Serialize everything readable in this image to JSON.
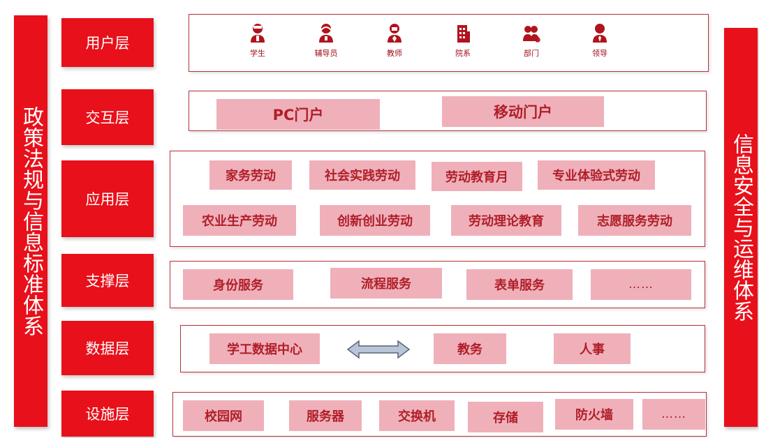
{
  "left_bar": {
    "label": "政策法规与信息标准体系"
  },
  "right_bar": {
    "label": "信息安全与运维体系"
  },
  "layers": {
    "user": {
      "label": "用户层",
      "items": [
        {
          "label": "学生",
          "icon": "student-icon"
        },
        {
          "label": "辅导员",
          "icon": "counselor-icon"
        },
        {
          "label": "教师",
          "icon": "teacher-icon"
        },
        {
          "label": "院系",
          "icon": "building-icon"
        },
        {
          "label": "部门",
          "icon": "group-icon"
        },
        {
          "label": "领导",
          "icon": "leader-icon"
        }
      ]
    },
    "interaction": {
      "label": "交互层",
      "items": [
        "PC门户",
        "移动门户"
      ]
    },
    "application": {
      "label": "应用层",
      "row1": [
        "家务劳动",
        "社会实践劳动",
        "劳动教育月",
        "专业体验式劳动"
      ],
      "row2": [
        "农业生产劳动",
        "创新创业劳动",
        "劳动理论教育",
        "志愿服务劳动"
      ]
    },
    "support": {
      "label": "支撑层",
      "items": [
        "身份服务",
        "流程服务",
        "表单服务",
        "……"
      ]
    },
    "data": {
      "label": "数据层",
      "items": [
        "学工数据中心",
        "教务",
        "人事"
      ],
      "arrow": "double-arrow-icon"
    },
    "infrastructure": {
      "label": "设施层",
      "items": [
        "校园网",
        "服务器",
        "交换机",
        "存储",
        "防火墙",
        "……"
      ]
    }
  },
  "colors": {
    "accent_red": "#e8101a",
    "item_pink": "#efb0ba",
    "item_text": "#b01e28",
    "frame_border": "#b3303a",
    "arrow_fill": "#b8c4d8"
  }
}
